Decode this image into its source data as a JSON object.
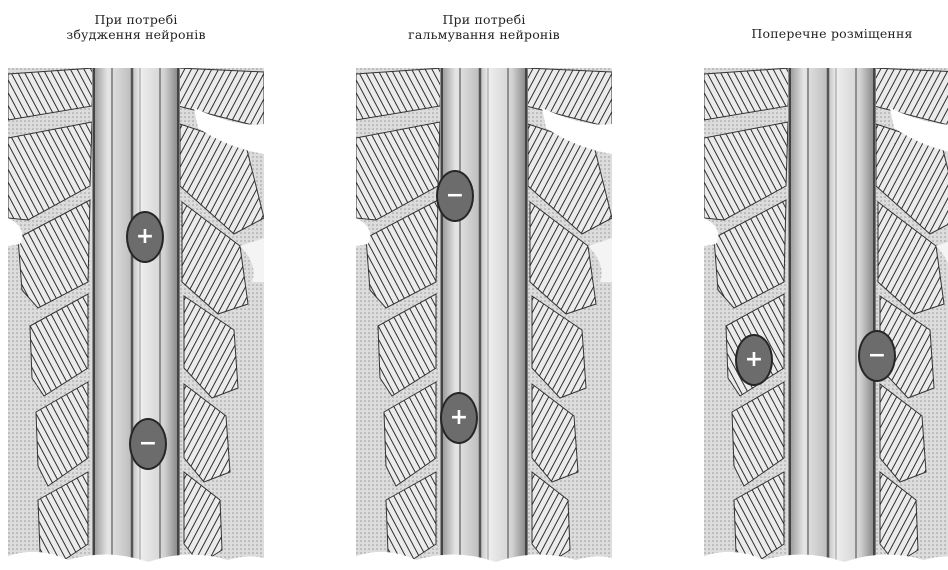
{
  "panels": [
    {
      "caption_line1": "При потребі",
      "caption_line2": "збудження нейронів",
      "electrodes": [
        {
          "symbol": "+",
          "label": "positive"
        },
        {
          "symbol": "−",
          "label": "negative"
        }
      ]
    },
    {
      "caption_line1": "При потребі",
      "caption_line2": "гальмування нейронів",
      "electrodes": [
        {
          "symbol": "−",
          "label": "negative"
        },
        {
          "symbol": "+",
          "label": "positive"
        }
      ]
    },
    {
      "caption_line1": "Поперечне розміщення",
      "caption_line2": "",
      "electrodes": [
        {
          "symbol": "+",
          "label": "positive"
        },
        {
          "symbol": "−",
          "label": "negative"
        }
      ]
    }
  ],
  "colors": {
    "electrode_fill": "#6c6c6c",
    "electrode_border": "#262626",
    "engraving_dark": "#2a2a2a",
    "engraving_light": "#e4e4e4"
  }
}
